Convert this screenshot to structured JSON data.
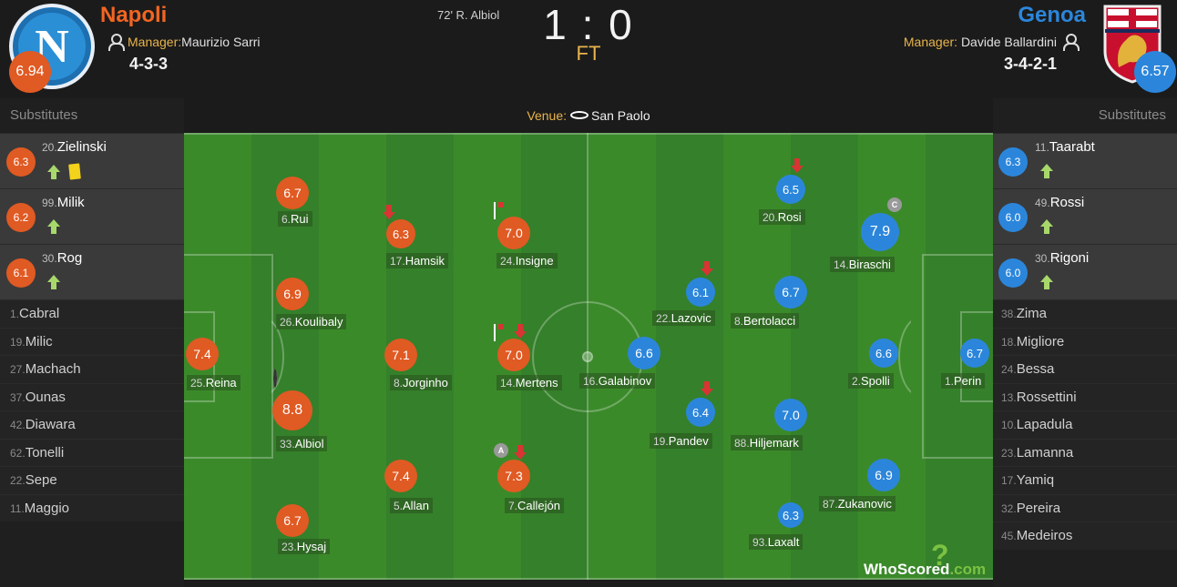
{
  "match": {
    "score": "1 : 0",
    "status": "FT",
    "goal_event": "72' R. Albiol",
    "venue_label": "Venue:",
    "venue": "San Paolo"
  },
  "home": {
    "name": "Napoli",
    "rating": "6.94",
    "manager_label": "Manager:",
    "manager": "Maurizio Sarri",
    "formation": "4-3-3",
    "color": "#e05a23",
    "crest_letter": "N",
    "substitutes_title": "Substitutes",
    "subs_used": [
      {
        "num": "20.",
        "name": "Zielinski",
        "rating": "6.3",
        "icons": [
          "sub-on-icon",
          "yellow-card-icon"
        ]
      },
      {
        "num": "99.",
        "name": "Milik",
        "rating": "6.2",
        "icons": [
          "sub-on-icon"
        ]
      },
      {
        "num": "30.",
        "name": "Rog",
        "rating": "6.1",
        "icons": [
          "sub-on-icon"
        ]
      }
    ],
    "bench": [
      {
        "num": "1.",
        "name": "Cabral"
      },
      {
        "num": "19.",
        "name": "Milic"
      },
      {
        "num": "27.",
        "name": "Machach"
      },
      {
        "num": "37.",
        "name": "Ounas"
      },
      {
        "num": "42.",
        "name": "Diawara"
      },
      {
        "num": "62.",
        "name": "Tonelli"
      },
      {
        "num": "22.",
        "name": "Sepe"
      },
      {
        "num": "11.",
        "name": "Maggio"
      }
    ],
    "players": [
      {
        "num": "25.",
        "name": "Reina",
        "rating": "7.4",
        "events": []
      },
      {
        "num": "6.",
        "name": "Rui",
        "rating": "6.7",
        "events": []
      },
      {
        "num": "26.",
        "name": "Koulibaly",
        "rating": "6.9",
        "events": []
      },
      {
        "num": "33.",
        "name": "Albiol",
        "rating": "8.8",
        "events": [
          "goal-ball-icon"
        ]
      },
      {
        "num": "23.",
        "name": "Hysaj",
        "rating": "6.7",
        "events": []
      },
      {
        "num": "17.",
        "name": "Hamsik",
        "rating": "6.3",
        "events": [
          "sub-off-icon"
        ]
      },
      {
        "num": "8.",
        "name": "Jorginho",
        "rating": "7.1",
        "events": []
      },
      {
        "num": "5.",
        "name": "Allan",
        "rating": "7.4",
        "events": []
      },
      {
        "num": "24.",
        "name": "Insigne",
        "rating": "7.0",
        "events": [
          "offside-flag-icon"
        ]
      },
      {
        "num": "14.",
        "name": "Mertens",
        "rating": "7.0",
        "events": [
          "offside-flag-icon",
          "sub-off-icon"
        ]
      },
      {
        "num": "7.",
        "name": "Callejón",
        "rating": "7.3",
        "events": [
          "assist-icon",
          "sub-off-icon"
        ],
        "assist_letter": "A"
      }
    ]
  },
  "away": {
    "name": "Genoa",
    "rating": "6.57",
    "manager_label": "Manager:",
    "manager": "Davide Ballardini",
    "formation": "3-4-2-1",
    "color": "#2b86db",
    "substitutes_title": "Substitutes",
    "subs_used": [
      {
        "num": "11.",
        "name": "Taarabt",
        "rating": "6.3",
        "icons": [
          "sub-on-icon"
        ]
      },
      {
        "num": "49.",
        "name": "Rossi",
        "rating": "6.0",
        "icons": [
          "sub-on-icon"
        ]
      },
      {
        "num": "30.",
        "name": "Rigoni",
        "rating": "6.0",
        "icons": [
          "sub-on-icon"
        ]
      }
    ],
    "bench": [
      {
        "num": "38.",
        "name": "Zima"
      },
      {
        "num": "18.",
        "name": "Migliore"
      },
      {
        "num": "24.",
        "name": "Bessa"
      },
      {
        "num": "13.",
        "name": "Rossettini"
      },
      {
        "num": "10.",
        "name": "Lapadula"
      },
      {
        "num": "23.",
        "name": "Lamanna"
      },
      {
        "num": "17.",
        "name": "Yamiq"
      },
      {
        "num": "32.",
        "name": "Pereira"
      },
      {
        "num": "45.",
        "name": "Medeiros"
      }
    ],
    "players": [
      {
        "num": "1.",
        "name": "Perin",
        "rating": "6.7",
        "events": []
      },
      {
        "num": "2.",
        "name": "Spolli",
        "rating": "6.6",
        "events": []
      },
      {
        "num": "14.",
        "name": "Biraschi",
        "rating": "7.9",
        "events": [
          "captain-icon"
        ],
        "captain_letter": "C"
      },
      {
        "num": "87.",
        "name": "Zukanovic",
        "rating": "6.9",
        "events": []
      },
      {
        "num": "20.",
        "name": "Rosi",
        "rating": "6.5",
        "events": [
          "yellow-card-icon",
          "sub-off-icon"
        ]
      },
      {
        "num": "8.",
        "name": "Bertolacci",
        "rating": "6.7",
        "events": []
      },
      {
        "num": "88.",
        "name": "Hiljemark",
        "rating": "7.0",
        "events": []
      },
      {
        "num": "93.",
        "name": "Laxalt",
        "rating": "6.3",
        "events": [
          "yellow-card-icon"
        ]
      },
      {
        "num": "22.",
        "name": "Lazovic",
        "rating": "6.1",
        "events": [
          "sub-off-icon"
        ]
      },
      {
        "num": "19.",
        "name": "Pandev",
        "rating": "6.4",
        "events": [
          "sub-off-icon"
        ]
      },
      {
        "num": "16.",
        "name": "Galabinov",
        "rating": "6.6",
        "events": []
      }
    ]
  },
  "branding": {
    "logo_text": "WhoScored",
    "logo_suffix": ".com"
  }
}
